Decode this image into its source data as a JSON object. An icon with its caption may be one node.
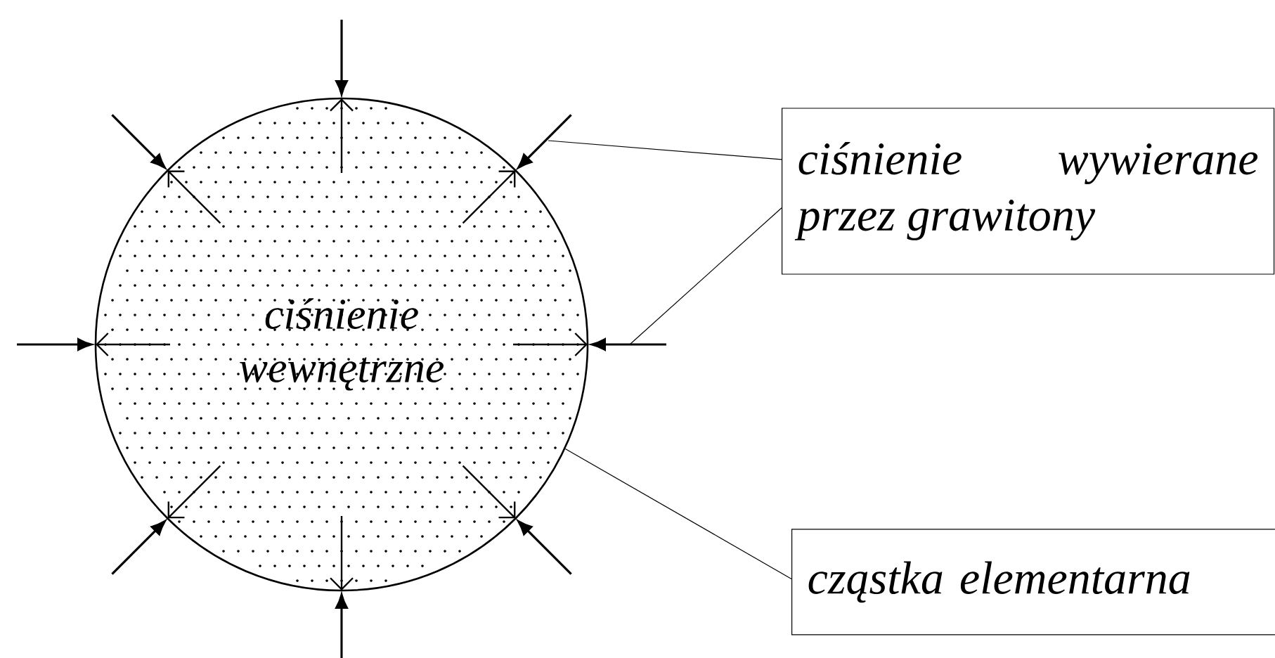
{
  "diagram": {
    "nodes": [
      {
        "text": [
          "ciśnienie wewnętrzne"
        ]
      },
      {
        "text": [
          "ciśnienie wywierane przez grawitony"
        ]
      },
      {
        "text": [
          "cząstka elementarna"
        ]
      }
    ],
    "edges": [
      {
        "from": 1,
        "to": null,
        "arrow": "none"
      },
      {
        "from": 1,
        "to": null,
        "arrow": "none"
      },
      {
        "from": 2,
        "to": 0,
        "arrow": "none"
      }
    ]
  }
}
